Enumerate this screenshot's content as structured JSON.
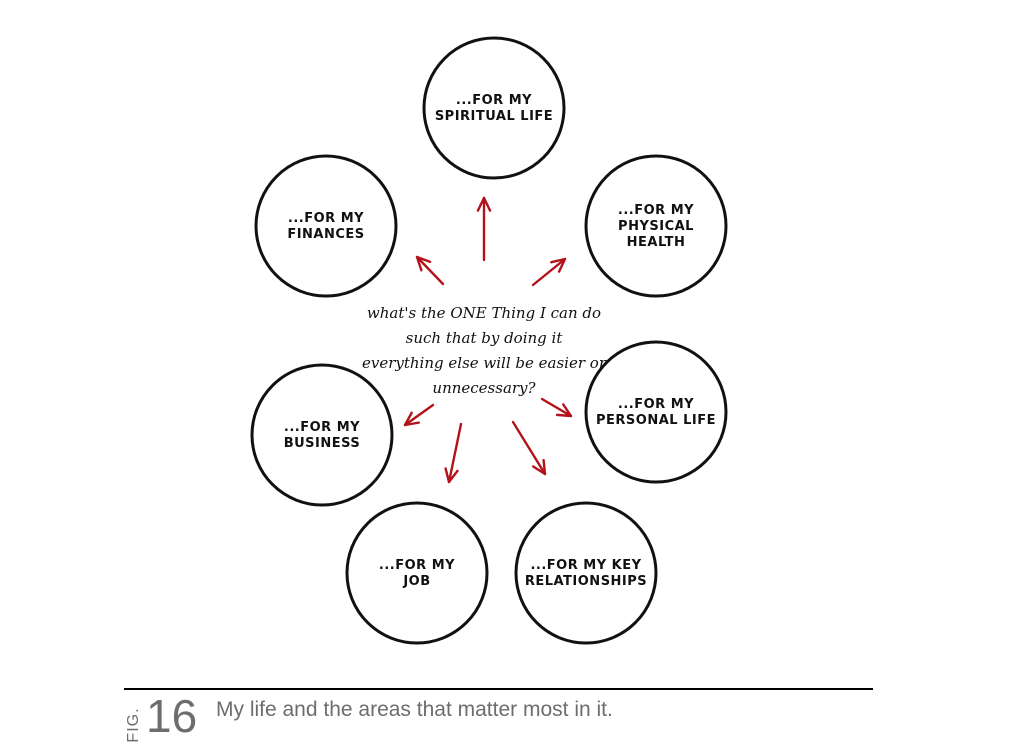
{
  "diagram": {
    "center_question": [
      "what's the ONE Thing I can do",
      "such that by doing it",
      "everything else will be easier or",
      "unnecessary?"
    ],
    "nodes": [
      {
        "lines": [
          "...FOR MY",
          "SPIRITUAL LIFE"
        ]
      },
      {
        "lines": [
          "...FOR MY",
          "PHYSICAL",
          "HEALTH"
        ]
      },
      {
        "lines": [
          "...FOR MY",
          "PERSONAL LIFE"
        ]
      },
      {
        "lines": [
          "...FOR MY KEY",
          "RELATIONSHIPS"
        ]
      },
      {
        "lines": [
          "...FOR MY",
          "JOB"
        ]
      },
      {
        "lines": [
          "...FOR MY",
          "BUSINESS"
        ]
      },
      {
        "lines": [
          "...FOR MY",
          "FINANCES"
        ]
      }
    ],
    "colors": {
      "arrow": "#b3121b",
      "circle": "#111111",
      "caption": "#6d6d6d"
    }
  },
  "figure": {
    "label": "FIG.",
    "number": "16",
    "caption": "My life and the areas that matter most in it."
  }
}
